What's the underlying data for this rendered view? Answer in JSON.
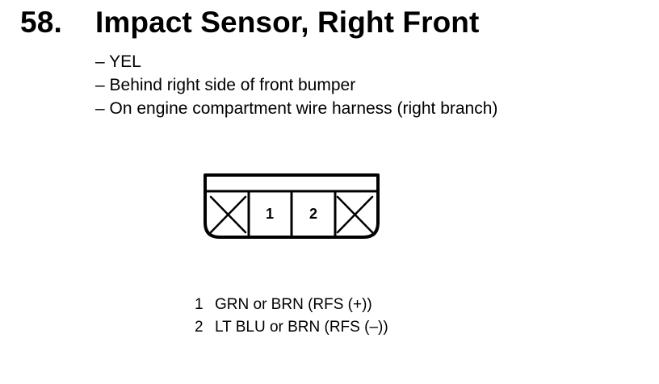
{
  "heading": {
    "number": "58.",
    "title": "Impact Sensor, Right Front"
  },
  "details": [
    "– YEL",
    "– Behind right side of front bumper",
    "– On engine compartment wire harness (right branch)"
  ],
  "connector": {
    "cavities": [
      "",
      "1",
      "2",
      ""
    ],
    "blocked_cavities": [
      0,
      3
    ]
  },
  "pins": [
    {
      "number": "1",
      "wire": "GRN or BRN (RFS (+))"
    },
    {
      "number": "2",
      "wire": "LT BLU or BRN (RFS (–))"
    }
  ]
}
